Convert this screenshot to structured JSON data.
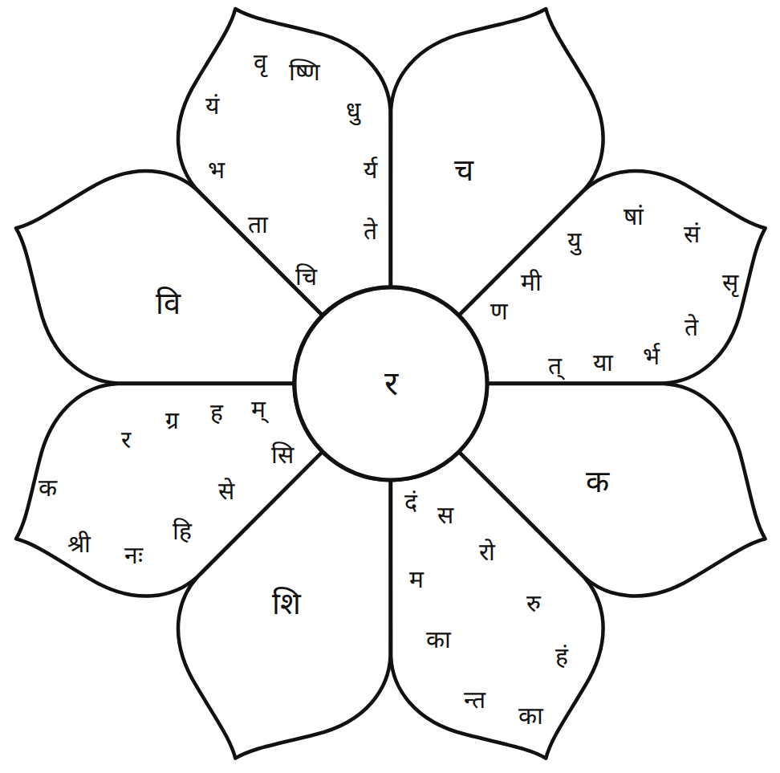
{
  "diagram": {
    "nodes": [
      {
        "text": [
          "वृ",
          "ष्णि",
          "धु",
          "र्य",
          "ते",
          "चि",
          "ता",
          "भ",
          "यं"
        ]
      },
      {
        "text": [
          "च"
        ]
      },
      {
        "text": [
          "ण",
          "मी",
          "यु",
          "षां",
          "सं",
          "सृ",
          "ते",
          "र्भ",
          "या",
          "त्"
        ]
      },
      {
        "text": [
          "क"
        ]
      },
      {
        "text": [
          "दं",
          "स",
          "रो",
          "रु",
          "हं",
          "का",
          "न्त",
          "का",
          "म"
        ]
      },
      {
        "text": [
          "शि"
        ]
      },
      {
        "text": [
          "म्",
          "ह",
          "ग्र",
          "र",
          "क",
          "श्री",
          "नः",
          "हि",
          "से",
          "सि"
        ]
      },
      {
        "text": [
          "वि"
        ]
      },
      {
        "text": [
          "र"
        ]
      }
    ]
  }
}
